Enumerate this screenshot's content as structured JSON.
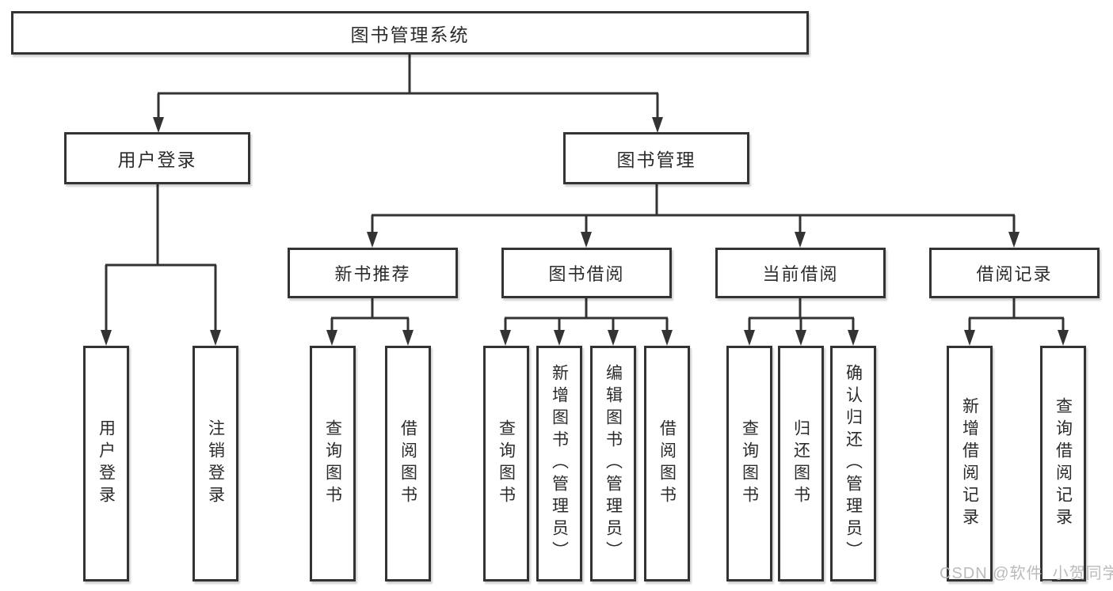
{
  "diagram": {
    "title": "图书管理系统",
    "root": {
      "label": "图书管理系统"
    },
    "level2": [
      {
        "label": "用户登录"
      },
      {
        "label": "图书管理"
      }
    ],
    "level3": [
      {
        "label": "新书推荐"
      },
      {
        "label": "图书借阅"
      },
      {
        "label": "当前借阅"
      },
      {
        "label": "借阅记录"
      }
    ],
    "leaves": {
      "user_login": [
        {
          "label": "用户登录"
        },
        {
          "label": "注销登录"
        }
      ],
      "new_books": [
        {
          "label": "查询图书"
        },
        {
          "label": "借阅图书"
        }
      ],
      "book_borrow": [
        {
          "label": "查询图书"
        },
        {
          "label": "新增图书（管理员）"
        },
        {
          "label": "编辑图书（管理员）"
        },
        {
          "label": "借阅图书"
        }
      ],
      "current_borrow": [
        {
          "label": "查询图书"
        },
        {
          "label": "归还图书"
        },
        {
          "label": "确认归还（管理员）"
        }
      ],
      "borrow_records": [
        {
          "label": "新增借阅记录"
        },
        {
          "label": "查询借阅记录"
        }
      ]
    },
    "watermark": "CSDN @软件_小贺同学",
    "colors": {
      "line": "#333333",
      "text": "#2b2b2b",
      "box_background": "#ffffff",
      "watermark": "#b7b7b7"
    }
  }
}
